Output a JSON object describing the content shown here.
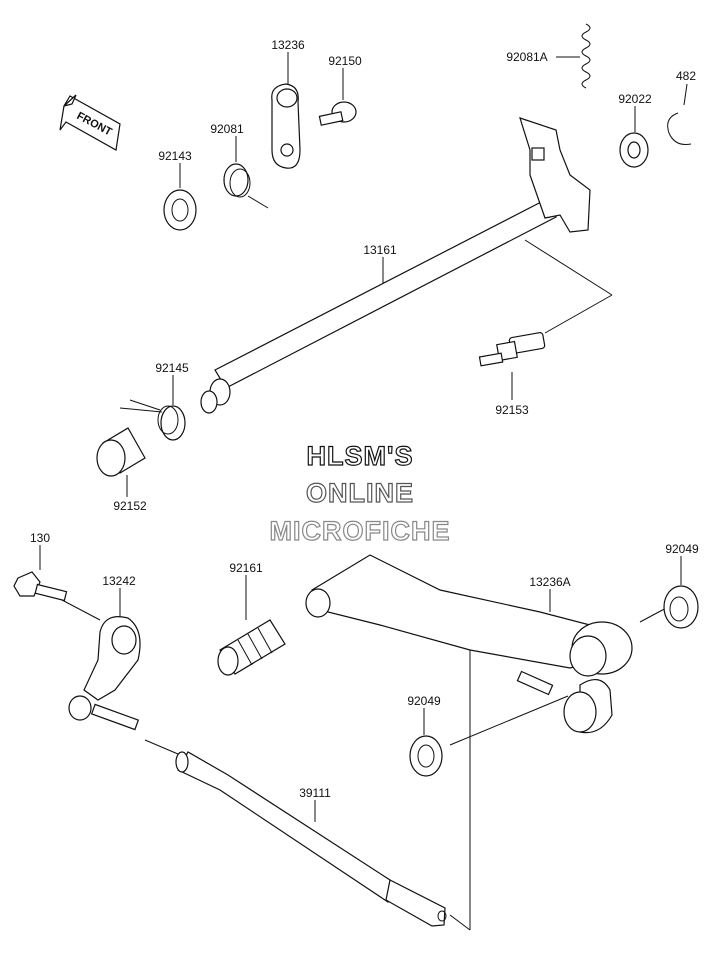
{
  "diagram": {
    "front_label": "FRONT",
    "watermark": {
      "line1": "HLSM'S",
      "line2": "ONLINE",
      "line3": "MICROFICHE"
    },
    "parts": {
      "p13236": "13236",
      "p92150": "92150",
      "p92081A": "92081A",
      "p482": "482",
      "p92022": "92022",
      "p92081": "92081",
      "p92143": "92143",
      "p13161": "13161",
      "p92145": "92145",
      "p92153": "92153",
      "p92152": "92152",
      "p130": "130",
      "p13242": "13242",
      "p92161": "92161",
      "p13236A": "13236A",
      "p92049a": "92049",
      "p92049b": "92049",
      "p39111": "39111"
    }
  }
}
